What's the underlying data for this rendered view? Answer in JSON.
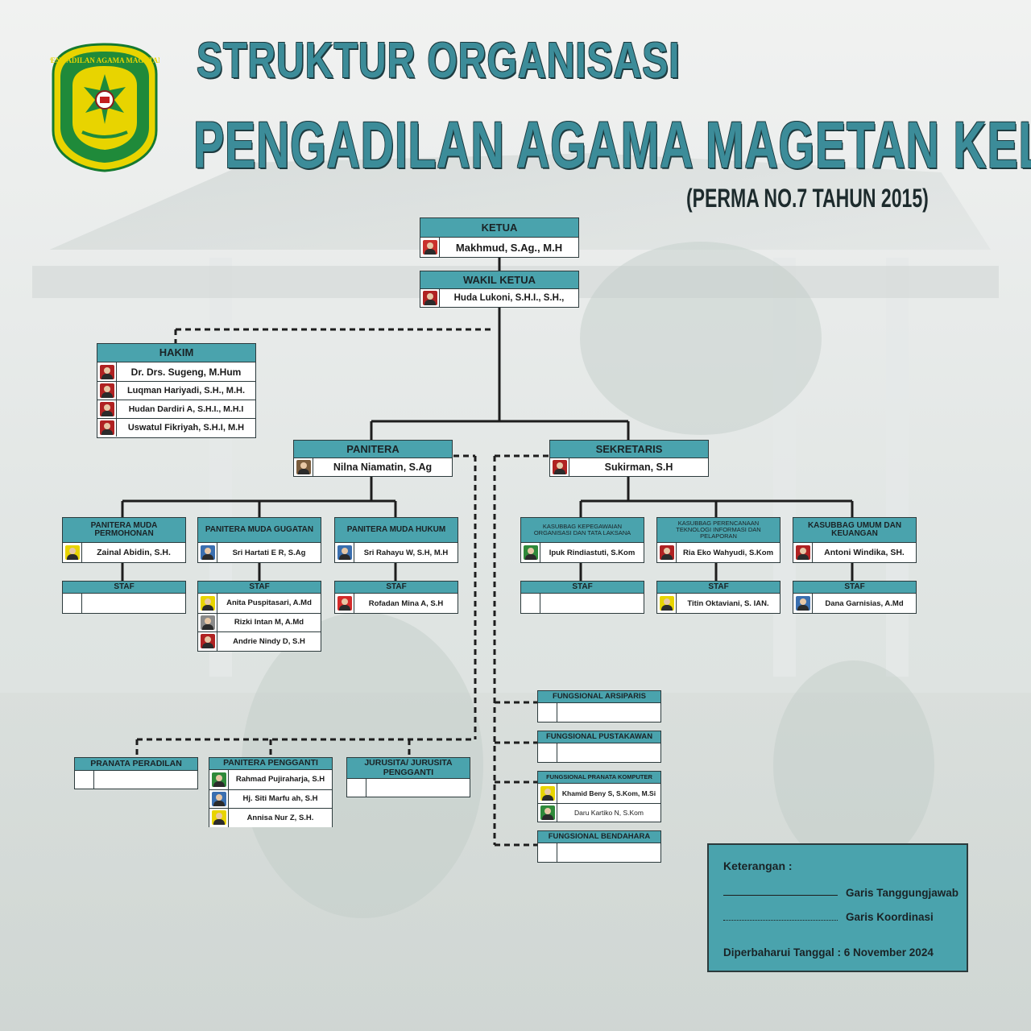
{
  "header": {
    "title_line1": "STRUKTUR ORGANISASI",
    "title_line2": "PENGADILAN AGAMA MAGETAN KELAS I B",
    "subtitle": "(PERMA NO.7 TAHUN 2015)",
    "logo_text": "PENGADILAN AGAMA MAGETAN"
  },
  "ketua": {
    "title": "KETUA",
    "name": "Makhmud, S.Ag., M.H"
  },
  "wakil_ketua": {
    "title": "WAKIL KETUA",
    "name": "Huda Lukoni, S.H.I., S.H.,"
  },
  "hakim": {
    "title": "HAKIM",
    "members": [
      "Dr. Drs. Sugeng, M.Hum",
      "Luqman Hariyadi, S.H., M.H.",
      "Hudan Dardiri A, S.H.I., M.H.I",
      "Uswatul Fikriyah, S.H.I, M.H"
    ]
  },
  "panitera": {
    "title": "PANITERA",
    "name": "Nilna Niamatin, S.Ag"
  },
  "sekretaris": {
    "title": "SEKRETARIS",
    "name": "Sukirman, S.H"
  },
  "pm_permohonan": {
    "title": "PANITERA MUDA PERMOHONAN",
    "name": "Zainal Abidin, S.H."
  },
  "pm_gugatan": {
    "title": "PANITERA MUDA GUGATAN",
    "name": "Sri Hartati E R, S.Ag"
  },
  "pm_hukum": {
    "title": "PANITERA MUDA HUKUM",
    "name": "Sri Rahayu W, S.H, M.H"
  },
  "kasubbag_kepegawaian": {
    "title": "KASUBBAG KEPEGAWAIAN ORGANISASI DAN TATA LAKSANA",
    "name": "Ipuk Rindiastuti, S.Kom"
  },
  "kasubbag_perencanaan": {
    "title": "KASUBBAG PERENCANAAN TEKNOLOGI INFORMASI DAN PELAPORAN",
    "name": "Ria Eko Wahyudi, S.Kom"
  },
  "kasubbag_umum": {
    "title": "KASUBBAG UMUM DAN KEUANGAN",
    "name": "Antoni Windika, SH."
  },
  "staf_label": "STAF",
  "staf_gugatan": [
    "Anita Puspitasari, A.Md",
    "Rizki Intan M, A.Md",
    "Andrie Nindy D, S.H"
  ],
  "staf_hukum": [
    "Rofadan Mina A, S.H"
  ],
  "staf_perencanaan": [
    "Titin Oktaviani, S. IAN."
  ],
  "staf_umum": [
    "Dana Garnisias, A.Md"
  ],
  "fungsional_arsiparis": {
    "title": "FUNGSIONAL ARSIPARIS"
  },
  "fungsional_pustakawan": {
    "title": "FUNGSIONAL PUSTAKAWAN"
  },
  "fungsional_pranata": {
    "title": "FUNGSIONAL PRANATA KOMPUTER",
    "members": [
      "Khamid Beny S, S.Kom, M.Si",
      "Daru Kartiko N, S.Kom"
    ]
  },
  "fungsional_bendahara": {
    "title": "FUNGSIONAL BENDAHARA"
  },
  "pranata_peradilan": {
    "title": "PRANATA PERADILAN"
  },
  "panitera_pengganti": {
    "title": "PANITERA PENGGANTI",
    "members": [
      "Rahmad Pujiraharja, S.H",
      "Hj. Siti Marfu ah, S.H",
      "Annisa Nur Z, S.H."
    ]
  },
  "jurusita": {
    "title": "JURUSITA/ JURUSITA PENGGANTI"
  },
  "legend": {
    "heading": "Keterangan :",
    "solid_label": "Garis Tanggungjawab",
    "dotted_label": "Garis Koordinasi",
    "updated": "Diperbaharui Tanggal : 6 November 2024"
  },
  "colors": {
    "header_teal": "#4aa3ad",
    "title_teal": "#3c8c99",
    "logo_green": "#1f8a3a",
    "logo_yellow": "#e8d400"
  }
}
